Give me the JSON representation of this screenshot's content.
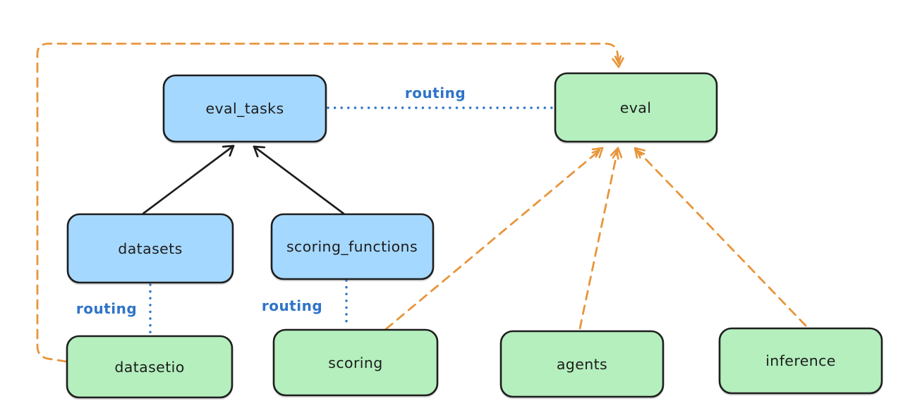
{
  "colors": {
    "background": "#ffffff",
    "stroke": "#1e1e1e",
    "text": "#1d1d1d",
    "api-fill": "#a5d8ff",
    "provider-fill": "#b4efbd",
    "routing-blue": "#2f74c8",
    "arrow-orange": "#e8953a"
  },
  "diagram": {
    "nodes": [
      {
        "id": "eval_tasks",
        "label": "eval_tasks",
        "kind": "api"
      },
      {
        "id": "eval",
        "label": "eval",
        "kind": "provider"
      },
      {
        "id": "datasets",
        "label": "datasets",
        "kind": "api"
      },
      {
        "id": "scoring_functions",
        "label": "scoring_functions",
        "kind": "api"
      },
      {
        "id": "datasetio",
        "label": "datasetio",
        "kind": "provider"
      },
      {
        "id": "scoring",
        "label": "scoring",
        "kind": "provider"
      },
      {
        "id": "agents",
        "label": "agents",
        "kind": "provider"
      },
      {
        "id": "inference",
        "label": "inference",
        "kind": "provider"
      }
    ],
    "edges": [
      {
        "from": "datasets",
        "to": "eval_tasks",
        "style": "solid-arrow",
        "label": ""
      },
      {
        "from": "scoring_functions",
        "to": "eval_tasks",
        "style": "solid-arrow",
        "label": ""
      },
      {
        "from": "eval_tasks",
        "to": "eval",
        "style": "dotted",
        "label": "routing"
      },
      {
        "from": "datasets",
        "to": "datasetio",
        "style": "dotted",
        "label": "routing"
      },
      {
        "from": "scoring_functions",
        "to": "scoring",
        "style": "dotted",
        "label": "routing"
      },
      {
        "from": "scoring",
        "to": "eval",
        "style": "dashed-arrow",
        "label": ""
      },
      {
        "from": "agents",
        "to": "eval",
        "style": "dashed-arrow",
        "label": ""
      },
      {
        "from": "inference",
        "to": "eval",
        "style": "dashed-arrow",
        "label": ""
      },
      {
        "from": "datasetio",
        "to": "eval",
        "style": "dashed-arrow-loop",
        "label": ""
      }
    ]
  }
}
